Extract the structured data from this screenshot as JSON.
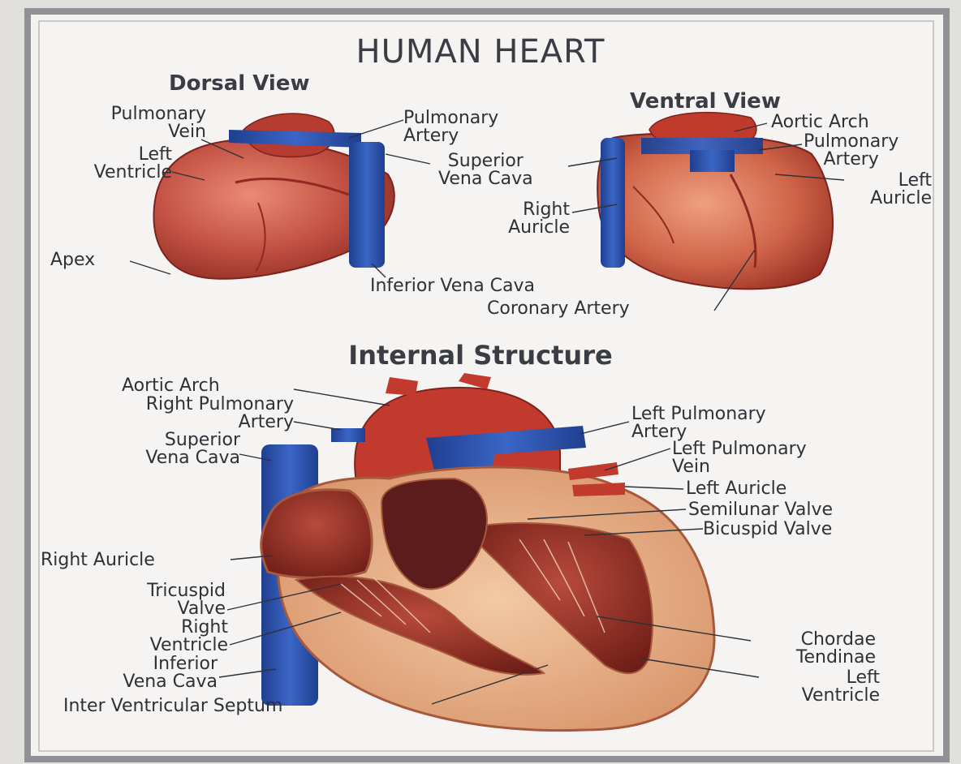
{
  "title": "HUMAN HEART",
  "sections": {
    "dorsal": {
      "heading": "Dorsal View",
      "labels": {
        "pulmonary_vein": "Pulmonary\nVein",
        "left_ventricle": "Left\nVentricle",
        "apex": "Apex",
        "pulmonary_artery": "Pulmonary\nArtery",
        "superior_vena_cava": "Superior\nVena Cava",
        "inferior_vena_cava": "Inferior Vena Cava"
      }
    },
    "ventral": {
      "heading": "Ventral View",
      "labels": {
        "aortic_arch": "Aortic Arch",
        "pulmonary_artery": "Pulmonary\nArtery",
        "left_auricle": "Left\nAuricle",
        "right_auricle": "Right\nAuricle",
        "coronary_artery": "Coronary Artery"
      }
    },
    "internal": {
      "heading": "Internal Structure",
      "labels": {
        "aortic_arch": "Aortic Arch",
        "right_pulmonary_artery": "Right Pulmonary\nArtery",
        "superior_vena_cava": "Superior\nVena Cava",
        "right_auricle": "Right Auricle",
        "tricuspid_valve": "Tricuspid\nValve",
        "right_ventricle": "Right\nVentricle",
        "inferior_vena_cava": "Inferior\nVena Cava",
        "inter_ventricular_septum": "Inter Ventricular Septum",
        "left_pulmonary_artery": "Left Pulmonary\nArtery",
        "left_pulmonary_vein": "Left Pulmonary\nVein",
        "left_auricle": "Left Auricle",
        "semilunar_valve": "Semilunar Valve",
        "bicuspid_valve": "Bicuspid Valve",
        "chordae_tendinae": "Chordae\nTendinae",
        "left_ventricle": "Left\nVentricle"
      }
    }
  },
  "colors": {
    "heart_red": "#b8443a",
    "heart_dark": "#8e2a22",
    "vessel_blue": "#2f56b0",
    "septum_tan": "#e8b48c",
    "frame_gray": "#8f9196"
  }
}
